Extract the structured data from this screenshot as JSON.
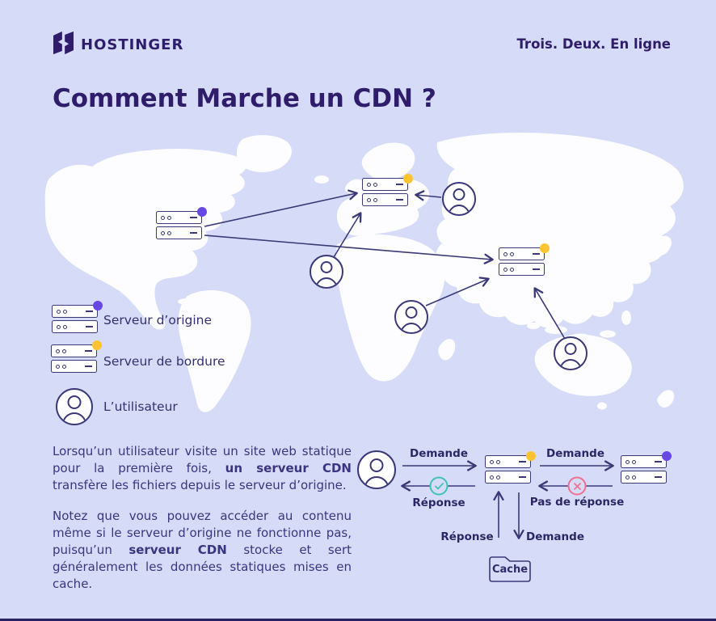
{
  "header": {
    "brand": "HOSTINGER",
    "tagline": "Trois. Deux. En ligne"
  },
  "title": "Comment Marche un CDN ?",
  "legend": {
    "items": [
      {
        "icon": "origin-server-icon",
        "label": "Serveur d’origine"
      },
      {
        "icon": "edge-server-icon",
        "label": "Serveur de bordure"
      },
      {
        "icon": "user-icon",
        "label": "L’utilisateur"
      }
    ]
  },
  "copy": {
    "p1": [
      {
        "t": "Lorsqu’un utilisateur visite un site web statique pour la première fois, "
      },
      {
        "t": "un serveur CDN",
        "bold": true
      },
      {
        "t": " transfère les fichiers depuis le serveur d’origine."
      }
    ],
    "p2": [
      {
        "t": "Notez que vous pouvez accéder au contenu même si le serveur d’origine ne fonctionne pas, puisqu’un "
      },
      {
        "t": "serveur CDN",
        "bold": true
      },
      {
        "t": " stocke et sert généralement les données statiques mises en cache."
      }
    ]
  },
  "flow": {
    "labels": {
      "demande": "Demande",
      "reponse": "Réponse",
      "pas_de_reponse": "Pas de réponse",
      "cache": "Cache"
    }
  },
  "icons": {
    "brand": "hostinger-h-mark",
    "origin_server": "server-rack-with-purple-dot",
    "edge_server": "server-rack-with-yellow-dot",
    "user": "person-avatar-circle",
    "success": "teal-check-circle",
    "failure": "pink-cross-circle",
    "cache": "folder-outline"
  },
  "colors": {
    "background": "#d6dcf8",
    "heading": "#2f1c6a",
    "body_text": "#3b3580",
    "line": "#3a3877",
    "origin_dot": "#6747e6",
    "edge_dot": "#ffc233",
    "success": "#3fc3b2",
    "error": "#f0708f",
    "land": "#fdfdff",
    "land_tint": "#c9d3f4",
    "footer_bar": "#272063"
  }
}
